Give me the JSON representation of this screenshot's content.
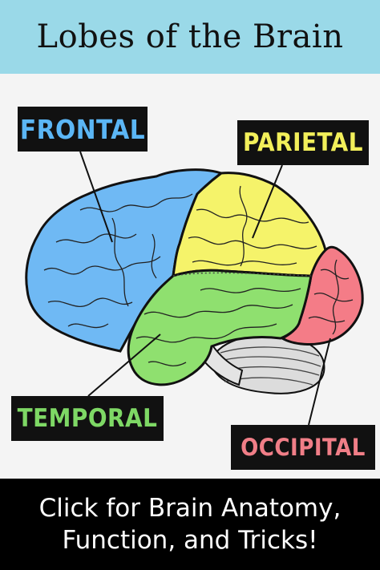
{
  "title": "Lobes of the Brain",
  "labels": {
    "frontal": "FRONTAL",
    "parietal": "PARIETAL",
    "temporal": "TEMPORAL",
    "occipital": "OCCIPITAL"
  },
  "colors": {
    "frontal": "#6fb9f4",
    "parietal": "#f5f36a",
    "temporal": "#8fe06f",
    "occipital": "#f47c87",
    "title_bg": "#9ad9e8"
  },
  "footer": {
    "line1": "Click for Brain Anatomy,",
    "line2": "Function, and Tricks!"
  }
}
